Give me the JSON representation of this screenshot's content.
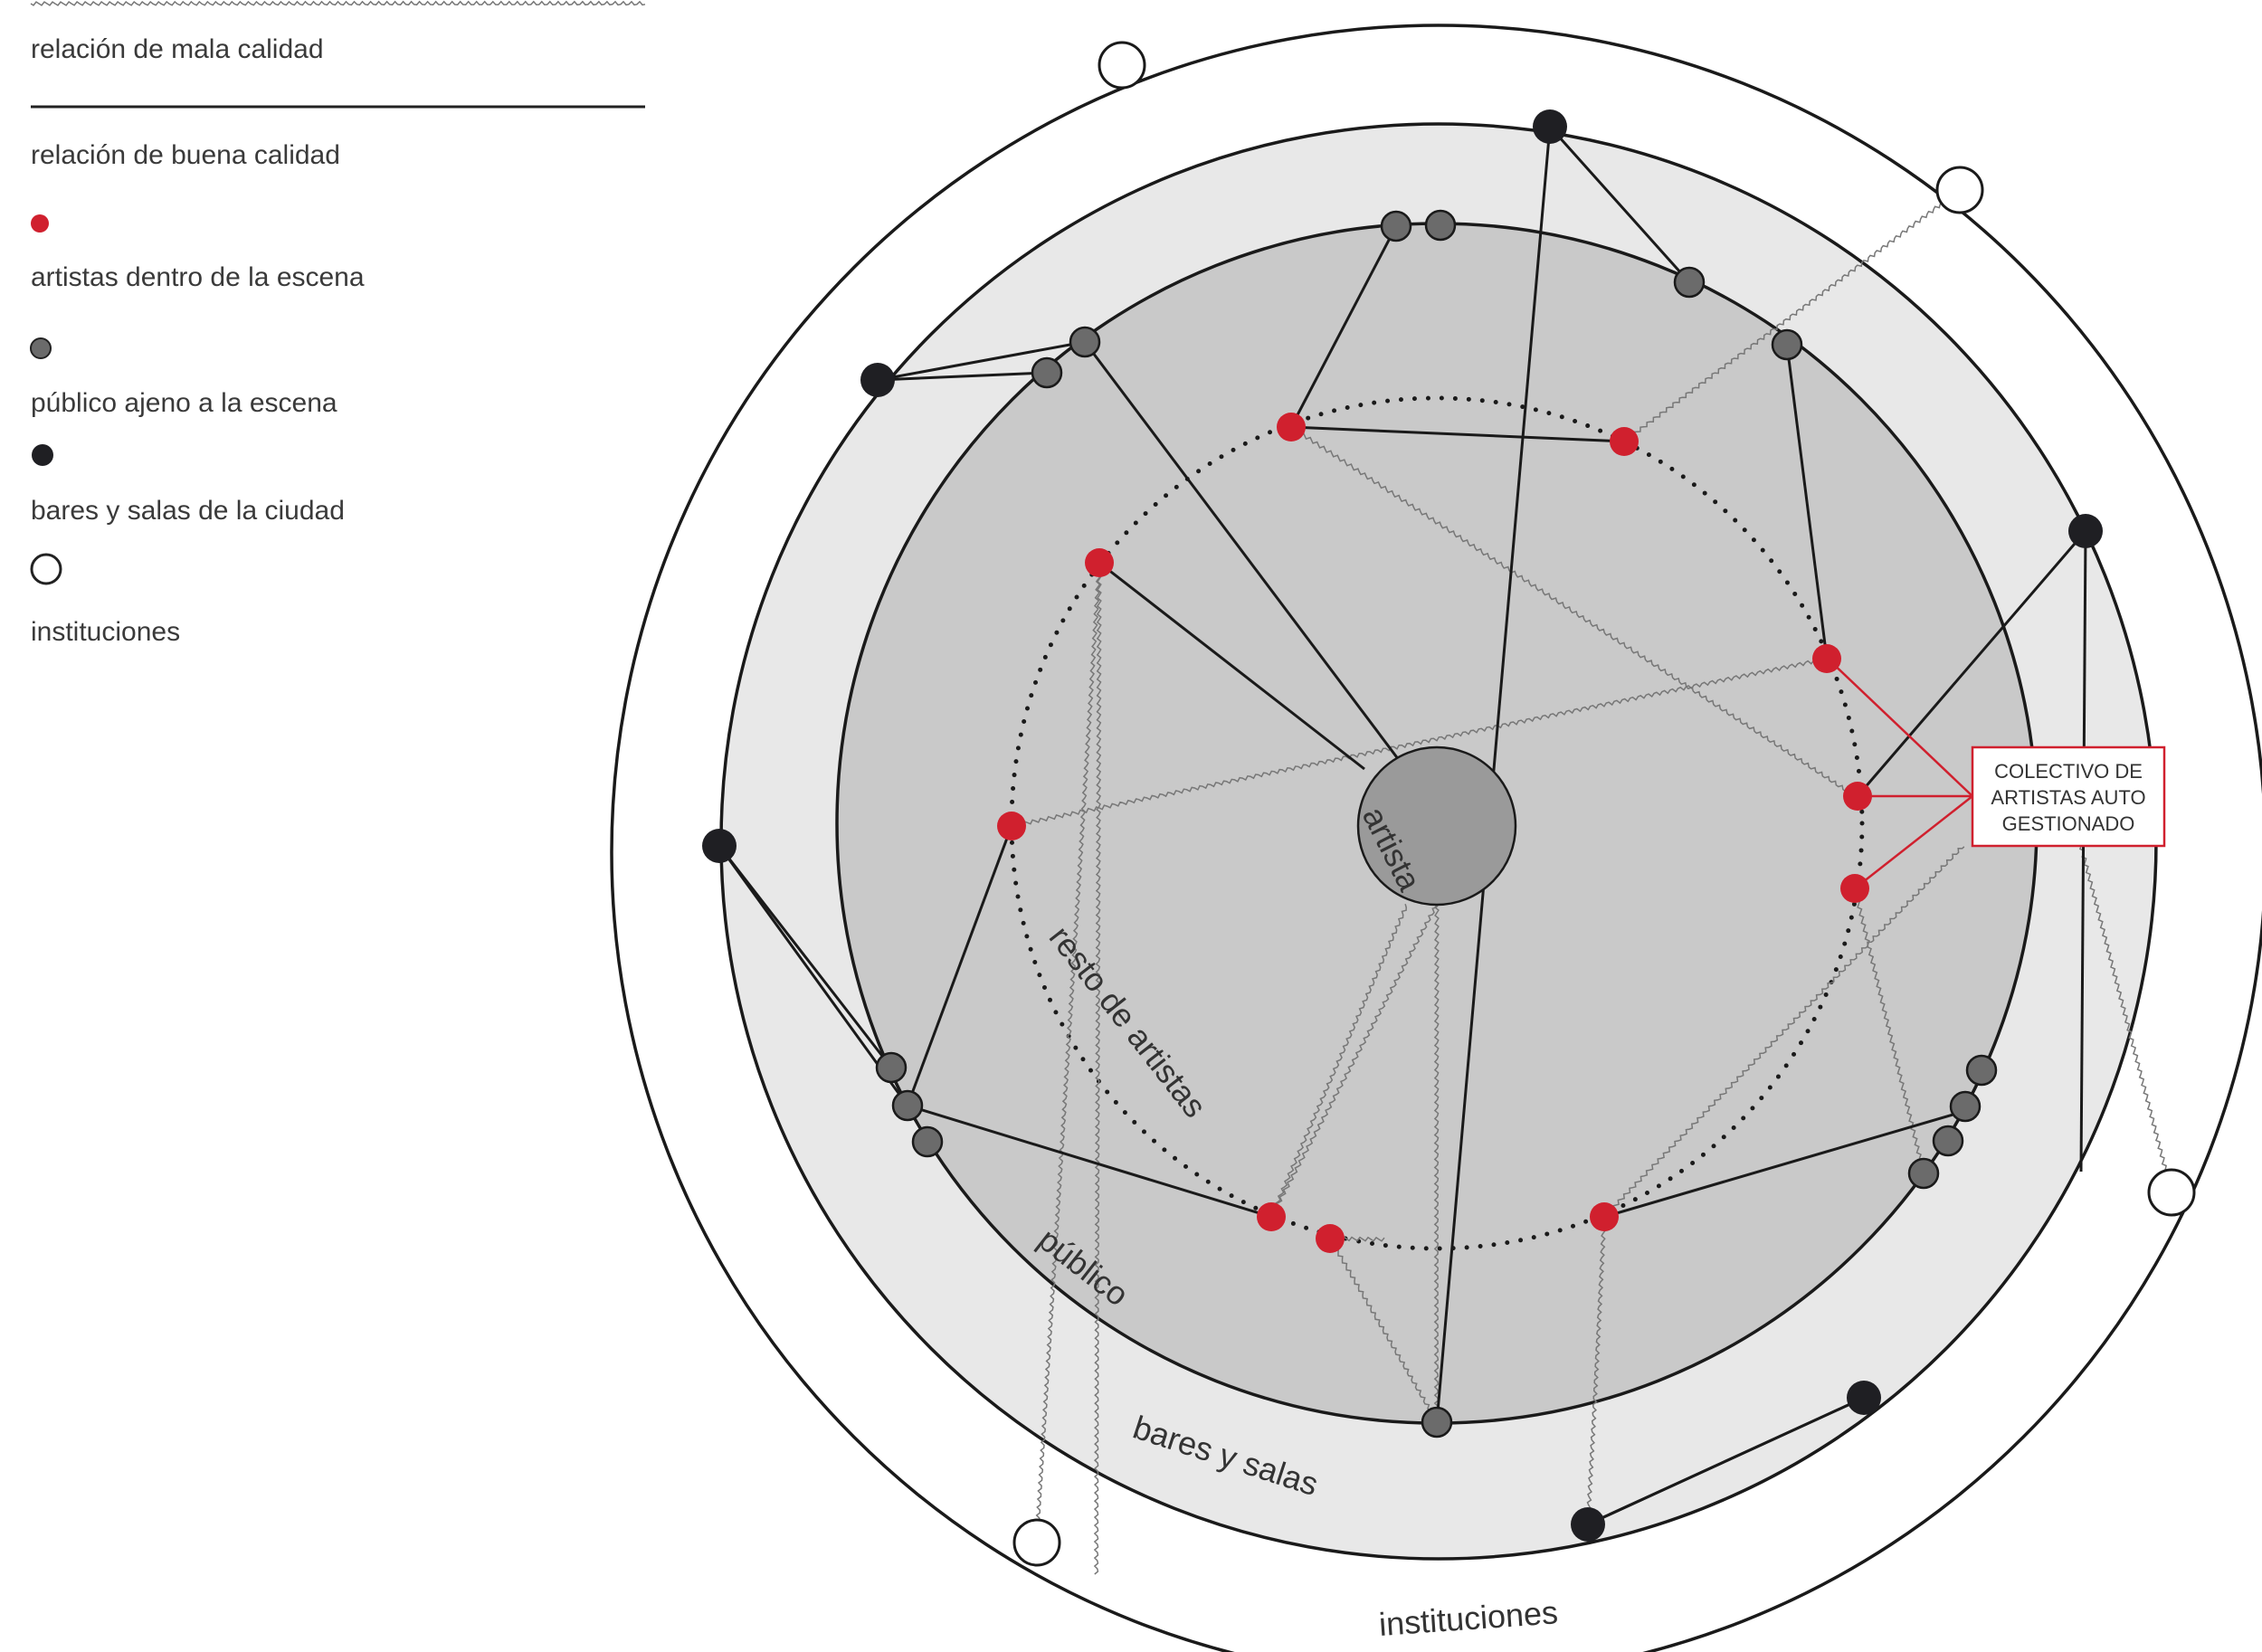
{
  "legend": {
    "bad_relation": "relación de mala calidad",
    "good_relation": "relación de buena calidad",
    "artists_in_scene": "artistas dentro de la escena",
    "public_outside": "público ajeno a la escena",
    "bars_venues": "bares y salas de la ciudad",
    "institutions": "instituciones"
  },
  "rings": {
    "center": "artista",
    "artists_ring": "resto de artistas",
    "public_ring": "público",
    "bars_ring": "bares y salas",
    "institutions_ring": "instituciones"
  },
  "callout": {
    "line1": "COLECTIVO DE",
    "line2": "ARTISTAS AUTO",
    "line3": "GESTIONADO"
  },
  "colors": {
    "artist": "#d0202e",
    "public": "#6b6b6b",
    "bar": "#1f1f23",
    "institution": "#ffffff",
    "public_zone": "#c9c9c9",
    "bars_zone": "#e8e8e8",
    "center": "#9a9a9a"
  }
}
